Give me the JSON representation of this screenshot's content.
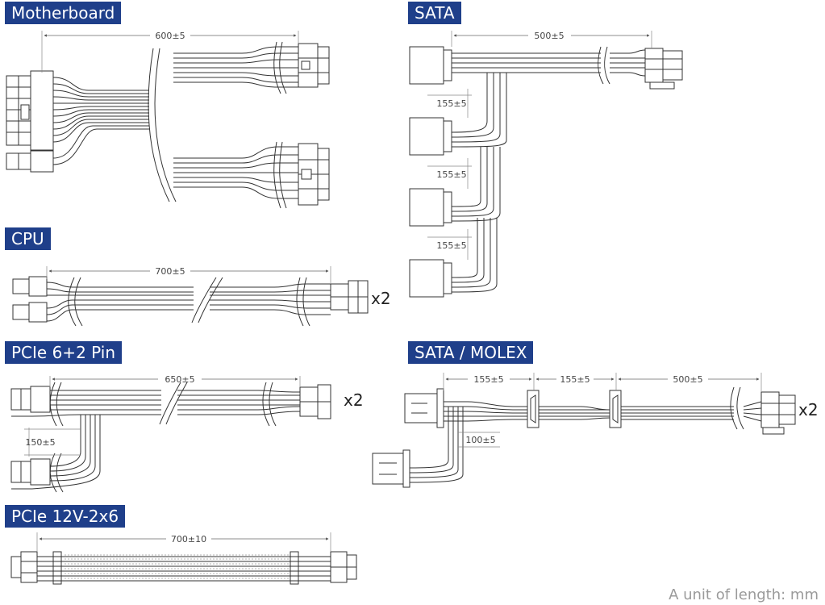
{
  "labels": {
    "motherboard": "Motherboard",
    "sata": "SATA",
    "cpu": "CPU",
    "pcie62": "PCIe 6+2 Pin",
    "sata_molex": "SATA / MOLEX",
    "pcie12v": "PCIe 12V-2x6"
  },
  "dims": {
    "mb_len": "600±5",
    "sata_len": "500±5",
    "sata_gap1": "155±5",
    "sata_gap2": "155±5",
    "sata_gap3": "155±5",
    "cpu_len": "700±5",
    "pcie_len": "650±5",
    "pcie_gap": "150±5",
    "sm_gap1": "155±5",
    "sm_gap2": "155±5",
    "sm_len": "500±5",
    "sm_molex": "100±5",
    "pcie12_len": "700±10"
  },
  "quantities": {
    "cpu": "x2",
    "pcie62": "x2",
    "sata_molex": "x2"
  },
  "footer": {
    "unit": "A unit of length: mm"
  },
  "colors": {
    "label_bg": "#1f3f8a",
    "line": "#333333"
  }
}
